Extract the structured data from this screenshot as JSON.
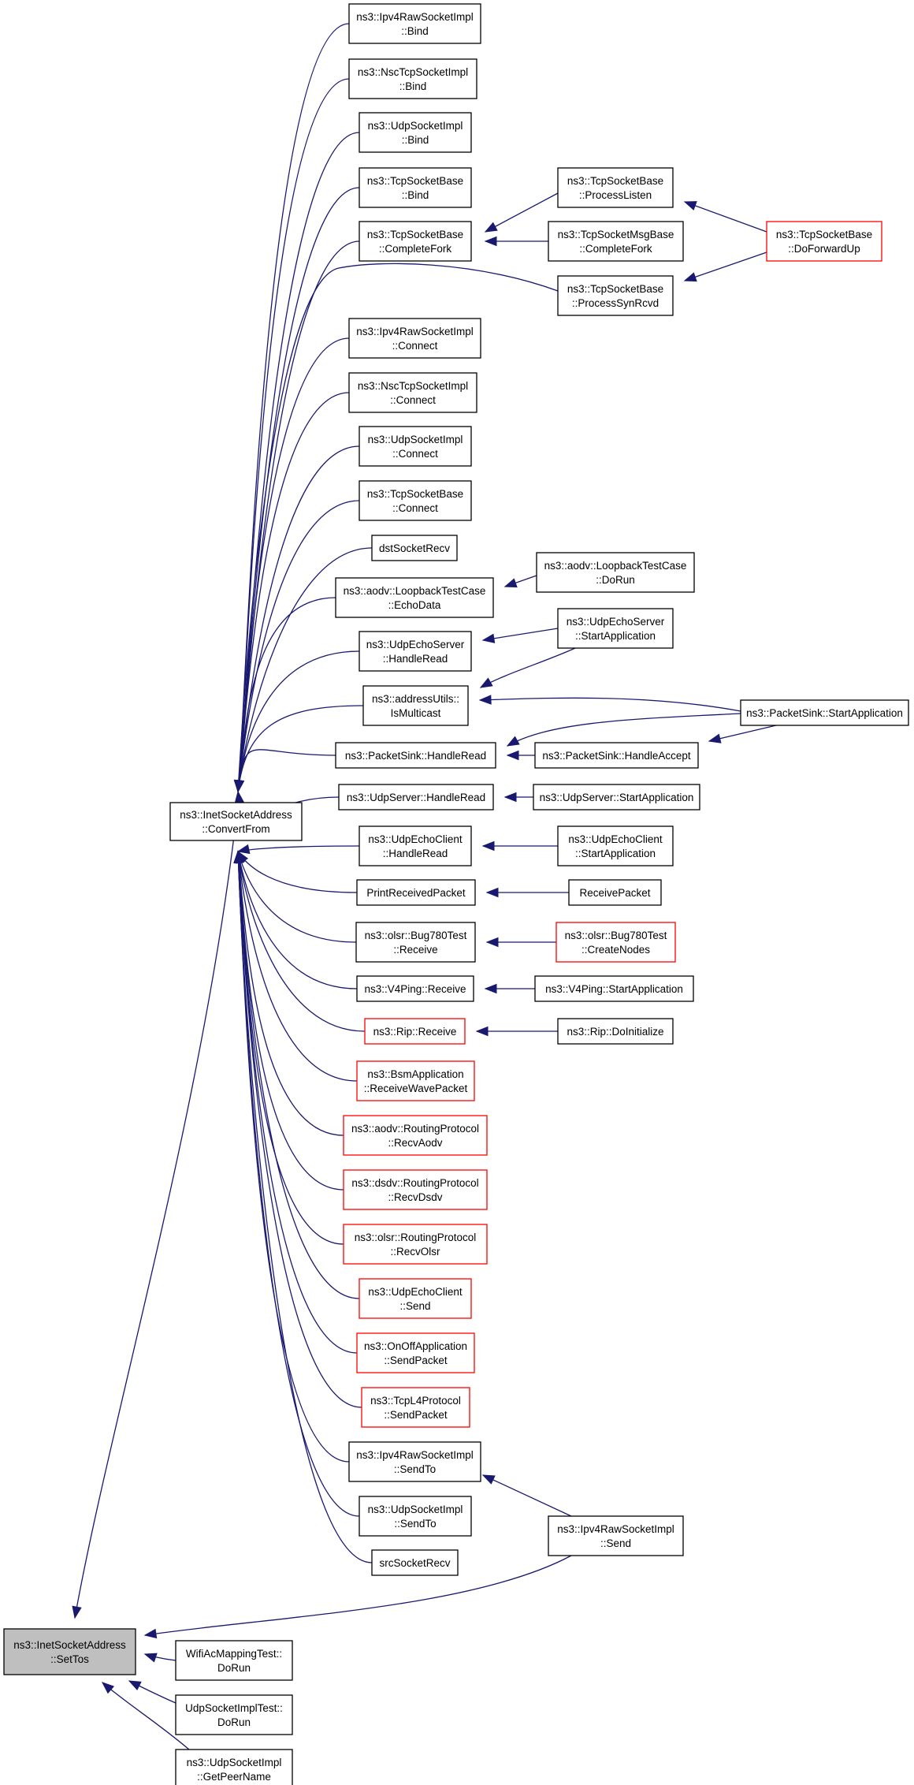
{
  "graph": {
    "nodes": [
      {
        "id": "root",
        "lines": [
          "ns3::InetSocketAddress",
          "::SetTos"
        ],
        "style": "self"
      },
      {
        "id": "convert",
        "lines": [
          "ns3::InetSocketAddress",
          "::ConvertFrom"
        ],
        "style": "normal"
      },
      {
        "id": "ipv4bind",
        "lines": [
          "ns3::Ipv4RawSocketImpl",
          "::Bind"
        ],
        "style": "normal"
      },
      {
        "id": "nscbind",
        "lines": [
          "ns3::NscTcpSocketImpl",
          "::Bind"
        ],
        "style": "normal"
      },
      {
        "id": "udpbind",
        "lines": [
          "ns3::UdpSocketImpl",
          "::Bind"
        ],
        "style": "normal"
      },
      {
        "id": "tcpbind",
        "lines": [
          "ns3::TcpSocketBase",
          "::Bind"
        ],
        "style": "normal"
      },
      {
        "id": "completefork",
        "lines": [
          "ns3::TcpSocketBase",
          "::CompleteFork"
        ],
        "style": "normal"
      },
      {
        "id": "processlisten",
        "lines": [
          "ns3::TcpSocketBase",
          "::ProcessListen"
        ],
        "style": "normal"
      },
      {
        "id": "msgcompletefork",
        "lines": [
          "ns3::TcpSocketMsgBase",
          "::CompleteFork"
        ],
        "style": "normal"
      },
      {
        "id": "doforwardup",
        "lines": [
          "ns3::TcpSocketBase",
          "::DoForwardUp"
        ],
        "style": "red"
      },
      {
        "id": "processsynrcvd",
        "lines": [
          "ns3::TcpSocketBase",
          "::ProcessSynRcvd"
        ],
        "style": "normal"
      },
      {
        "id": "ipv4connect",
        "lines": [
          "ns3::Ipv4RawSocketImpl",
          "::Connect"
        ],
        "style": "normal"
      },
      {
        "id": "nscconnect",
        "lines": [
          "ns3::NscTcpSocketImpl",
          "::Connect"
        ],
        "style": "normal"
      },
      {
        "id": "udpconnect",
        "lines": [
          "ns3::UdpSocketImpl",
          "::Connect"
        ],
        "style": "normal"
      },
      {
        "id": "tcpconnect",
        "lines": [
          "ns3::TcpSocketBase",
          "::Connect"
        ],
        "style": "normal"
      },
      {
        "id": "dstrecv",
        "lines": [
          "dstSocketRecv"
        ],
        "style": "normal"
      },
      {
        "id": "echodata",
        "lines": [
          "ns3::aodv::LoopbackTestCase",
          "::EchoData"
        ],
        "style": "normal"
      },
      {
        "id": "loopbackdorun",
        "lines": [
          "ns3::aodv::LoopbackTestCase",
          "::DoRun"
        ],
        "style": "normal"
      },
      {
        "id": "echoserverread",
        "lines": [
          "ns3::UdpEchoServer",
          "::HandleRead"
        ],
        "style": "normal"
      },
      {
        "id": "echoserverstart",
        "lines": [
          "ns3::UdpEchoServer",
          "::StartApplication"
        ],
        "style": "normal"
      },
      {
        "id": "ismulticast",
        "lines": [
          "ns3::addressUtils::",
          "IsMulticast"
        ],
        "style": "normal"
      },
      {
        "id": "sinkstart",
        "lines": [
          "ns3::PacketSink::StartApplication"
        ],
        "style": "normal"
      },
      {
        "id": "sinkread",
        "lines": [
          "ns3::PacketSink::HandleRead"
        ],
        "style": "normal"
      },
      {
        "id": "sinkaccept",
        "lines": [
          "ns3::PacketSink::HandleAccept"
        ],
        "style": "normal"
      },
      {
        "id": "udpserverread",
        "lines": [
          "ns3::UdpServer::HandleRead"
        ],
        "style": "normal"
      },
      {
        "id": "udpserverstart",
        "lines": [
          "ns3::UdpServer::StartApplication"
        ],
        "style": "normal"
      },
      {
        "id": "echoclientread",
        "lines": [
          "ns3::UdpEchoClient",
          "::HandleRead"
        ],
        "style": "normal"
      },
      {
        "id": "echoclientstart",
        "lines": [
          "ns3::UdpEchoClient",
          "::StartApplication"
        ],
        "style": "normal"
      },
      {
        "id": "printrecv",
        "lines": [
          "PrintReceivedPacket"
        ],
        "style": "normal"
      },
      {
        "id": "recvpacket",
        "lines": [
          "ReceivePacket"
        ],
        "style": "normal"
      },
      {
        "id": "bug780recv",
        "lines": [
          "ns3::olsr::Bug780Test",
          "::Receive"
        ],
        "style": "normal"
      },
      {
        "id": "bug780nodes",
        "lines": [
          "ns3::olsr::Bug780Test",
          "::CreateNodes"
        ],
        "style": "red"
      },
      {
        "id": "v4pingrecv",
        "lines": [
          "ns3::V4Ping::Receive"
        ],
        "style": "normal"
      },
      {
        "id": "v4pingstart",
        "lines": [
          "ns3::V4Ping::StartApplication"
        ],
        "style": "normal"
      },
      {
        "id": "riprecv",
        "lines": [
          "ns3::Rip::Receive"
        ],
        "style": "red"
      },
      {
        "id": "ripinit",
        "lines": [
          "ns3::Rip::DoInitialize"
        ],
        "style": "normal"
      },
      {
        "id": "bsmwave",
        "lines": [
          "ns3::BsmApplication",
          "::ReceiveWavePacket"
        ],
        "style": "red"
      },
      {
        "id": "aodvrecv",
        "lines": [
          "ns3::aodv::RoutingProtocol",
          "::RecvAodv"
        ],
        "style": "red"
      },
      {
        "id": "dsdvrecv",
        "lines": [
          "ns3::dsdv::RoutingProtocol",
          "::RecvDsdv"
        ],
        "style": "red"
      },
      {
        "id": "olsrrecv",
        "lines": [
          "ns3::olsr::RoutingProtocol",
          "::RecvOlsr"
        ],
        "style": "red"
      },
      {
        "id": "echoclientsend",
        "lines": [
          "ns3::UdpEchoClient",
          "::Send"
        ],
        "style": "red"
      },
      {
        "id": "onoffsend",
        "lines": [
          "ns3::OnOffApplication",
          "::SendPacket"
        ],
        "style": "red"
      },
      {
        "id": "tcpl4send",
        "lines": [
          "ns3::TcpL4Protocol",
          "::SendPacket"
        ],
        "style": "red"
      },
      {
        "id": "ipv4sendto",
        "lines": [
          "ns3::Ipv4RawSocketImpl",
          "::SendTo"
        ],
        "style": "normal"
      },
      {
        "id": "udpsendto",
        "lines": [
          "ns3::UdpSocketImpl",
          "::SendTo"
        ],
        "style": "normal"
      },
      {
        "id": "ipv4send",
        "lines": [
          "ns3::Ipv4RawSocketImpl",
          "::Send"
        ],
        "style": "normal"
      },
      {
        "id": "srcrecv",
        "lines": [
          "srcSocketRecv"
        ],
        "style": "normal"
      },
      {
        "id": "wifiac",
        "lines": [
          "WifiAcMappingTest::",
          "DoRun"
        ],
        "style": "normal"
      },
      {
        "id": "udpimpltest",
        "lines": [
          "UdpSocketImplTest::",
          "DoRun"
        ],
        "style": "normal"
      },
      {
        "id": "getpeername",
        "lines": [
          "ns3::UdpSocketImpl",
          "::GetPeerName"
        ],
        "style": "normal"
      }
    ]
  },
  "colors": {
    "edge": "#191970",
    "red_border": "#ff0000",
    "self_fill": "#bfbfbf"
  }
}
